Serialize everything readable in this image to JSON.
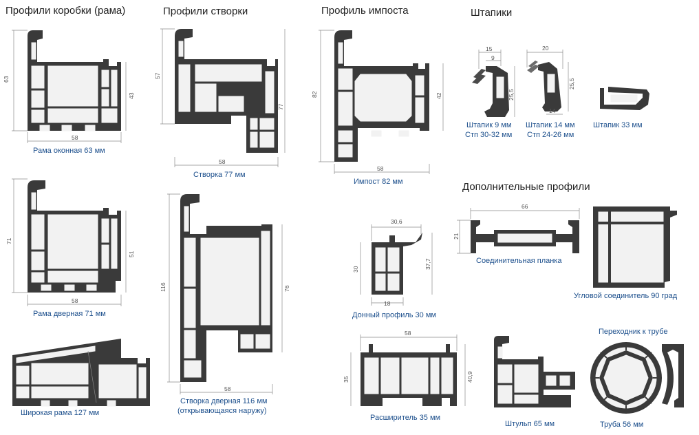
{
  "headings": {
    "frame": "Профили коробки (рама)",
    "sash": "Профили створки",
    "impost": "Профиль импоста",
    "beads": "Штапики",
    "additional": "Дополнительные профили"
  },
  "captions": {
    "frame_window": "Рама оконная 63 мм",
    "frame_door": "Рама дверная 71 мм",
    "frame_wide": "Широкая рама 127 мм",
    "sash_window": "Створка 77 мм",
    "sash_door_1": "Створка дверная 116 мм",
    "sash_door_2": "(открывающаяся наружу)",
    "impost": "Импост 82 мм",
    "bead9_1": "Штапик 9 мм",
    "bead9_2": "Стп 30-32 мм",
    "bead14_1": "Штапик 14 мм",
    "bead14_2": "Стп 24-26 мм",
    "bead33": "Штапик 33 мм",
    "bottom": "Донный профиль 30 мм",
    "connector": "Соединительная планка",
    "corner": "Угловой соединитель 90 град",
    "extender": "Расширитель 35 мм",
    "mullion": "Штульп 65 мм",
    "pipe": "Труба 56 мм",
    "pipe_adapter": "Переходник к трубе"
  },
  "dims": {
    "frame63_h": "63",
    "frame63_w": "58",
    "frame63_r": "43",
    "frame71_h": "71",
    "frame71_w": "58",
    "frame71_r": "51",
    "sash77_l": "57",
    "sash77_w": "58",
    "sash77_r": "77",
    "sash116_l": "116",
    "sash116_w": "58",
    "sash116_r": "76",
    "impost_l": "82",
    "impost_w": "58",
    "impost_r": "42",
    "bead9_w": "15",
    "bead9_i": "9",
    "bead9_h": "25,5",
    "bead14_w": "20",
    "bead14_h": "25,5",
    "bead14_b": "14",
    "bottom_w": "30,6",
    "bottom_l": "30",
    "bottom_r": "37,7",
    "bottom_b": "18",
    "conn_w": "66",
    "conn_h": "21",
    "ext_w": "58",
    "ext_l": "35",
    "ext_r": "40,9"
  }
}
